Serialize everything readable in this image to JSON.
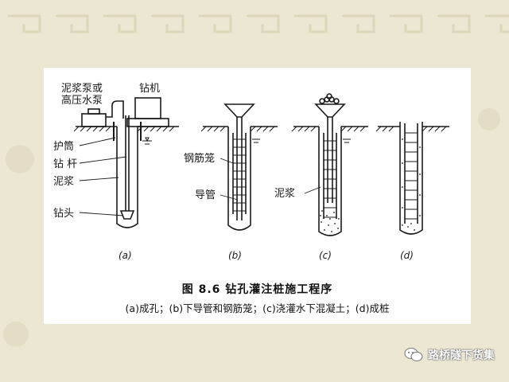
{
  "labels": {
    "pump": "泥浆泵或",
    "pump2": "高压水泵",
    "rig": "钻机",
    "casing": "护筒",
    "rod": "钻 杆",
    "mud": "泥浆",
    "bit": "钻头",
    "cage": "钢筋笼",
    "tremie": "导管",
    "mud_c": "泥浆"
  },
  "sublabels": [
    "(a)",
    "(b)",
    "(c)",
    "(d)"
  ],
  "caption": {
    "title": "图 8.6   钻孔灌注桩施工程序",
    "desc": "(a)成孔；(b)下导管和钢筋笼；(c)浇灌水下混凝土；(d)成桩"
  },
  "watermark": {
    "text": "路桥隧下货集",
    "icon": "chat-bubble-icon"
  },
  "colors": {
    "background": "#ece7d3",
    "card": "#ffffff",
    "ink": "#1a1a1a"
  }
}
